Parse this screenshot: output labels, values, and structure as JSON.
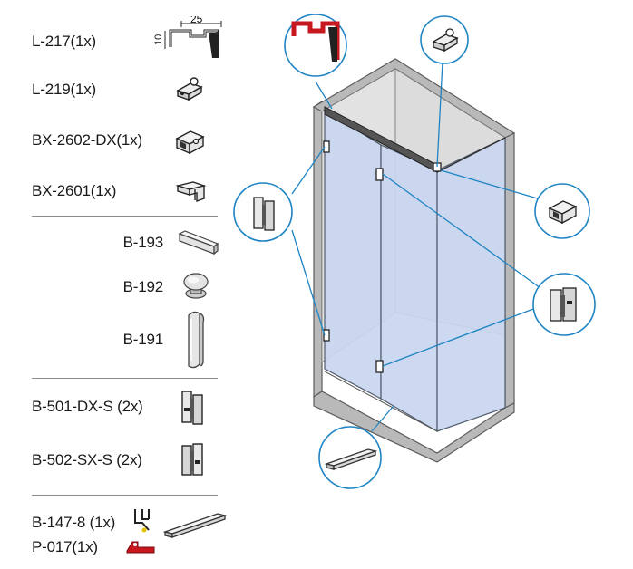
{
  "parts": {
    "l217": "L-217(1x)",
    "l219": "L-219(1x)",
    "bx2602": "BX-2602-DX(1x)",
    "bx2601": "BX-2601(1x)",
    "b193": "B-193",
    "b192": "B-192",
    "b191": "B-191",
    "b501": "B-501-DX-S (2x)",
    "b502": "B-502-SX-S (2x)",
    "b147": "B-147-8 (1x)",
    "p017": "P-017(1x)"
  },
  "profile_dims": {
    "width": "25",
    "height": "10"
  },
  "colors": {
    "glass": "#c9d6ef",
    "frame": "#b7b7b7",
    "callout": "#1f84c4",
    "profile_red": "#c8181f"
  }
}
